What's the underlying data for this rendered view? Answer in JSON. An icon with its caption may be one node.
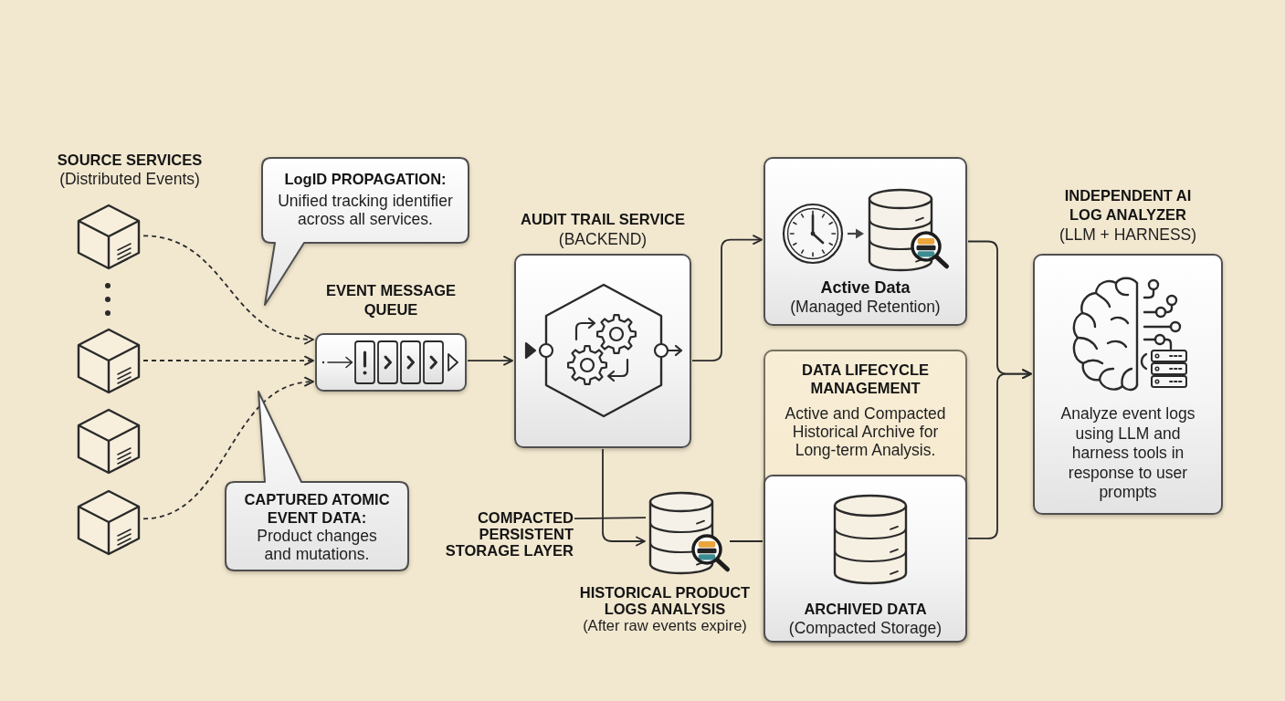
{
  "diagram": {
    "nodes": [
      {
        "text": [],
        "shape": "cube"
      },
      {
        "text": [],
        "shape": "cube"
      },
      {
        "text": [],
        "shape": "cube"
      },
      {
        "text": [],
        "shape": "cube"
      },
      {
        "text": [
          "LogID PROPAGATION:",
          "Unified tracking identifier across all services."
        ]
      },
      {
        "text": [
          "CAPTURED ATOMIC EVENT DATA:",
          "Product changes and mutations."
        ]
      },
      {
        "text": [
          "EVENT MESSAGE QUEUE"
        ]
      },
      {
        "text": [
          "AUDIT TRAIL SERVICE",
          "(BACKEND)"
        ]
      },
      {
        "text": [
          "Active Data",
          "(Managed Retention)"
        ]
      },
      {
        "text": [
          "DATA LIFECYCLE MANAGEMENT",
          "Active and Compacted Historical Archive for Long-term Analysis."
        ]
      },
      {
        "text": [
          "ARCHIVED DATA",
          "(Compacted Storage)"
        ],
        "in": 9
      },
      {
        "text": [],
        "shape": "cylinder",
        "beside": [
          "HISTORICAL PRODUCT LOGS ANALYSIS",
          "(After raw events expire)"
        ]
      },
      {
        "text": [
          "COMPACTED PERSISTENT STORAGE LAYER"
        ]
      },
      {
        "text": [
          "INDEPENDENT AI LOG ANALYZER",
          "(LLM + HARNESS)",
          "Analyze event logs using LLM and harness tools in response to user prompts"
        ]
      }
    ],
    "edges": [
      {
        "from": 0,
        "to": 6,
        "arrow": "to",
        "style": "dashed"
      },
      {
        "from": 1,
        "to": 6,
        "arrow": "to",
        "style": "dashed"
      },
      {
        "from": 3,
        "to": 6,
        "arrow": "to",
        "style": "dashed"
      },
      {
        "from": 6,
        "to": 7,
        "arrow": "to"
      },
      {
        "from": 7,
        "to": 8,
        "arrow": "to"
      },
      {
        "from": 7,
        "to": 11,
        "arrow": "to"
      },
      {
        "from": 11,
        "to": 10,
        "arrow": "none"
      },
      {
        "from": 8,
        "to": 13,
        "arrow": "to"
      },
      {
        "from": 10,
        "to": 13,
        "arrow": "to"
      },
      {
        "from": 12,
        "to": 11,
        "arrow": "none"
      }
    ],
    "labels": [
      "SOURCE SERVICES",
      "(Distributed Events)"
    ]
  }
}
